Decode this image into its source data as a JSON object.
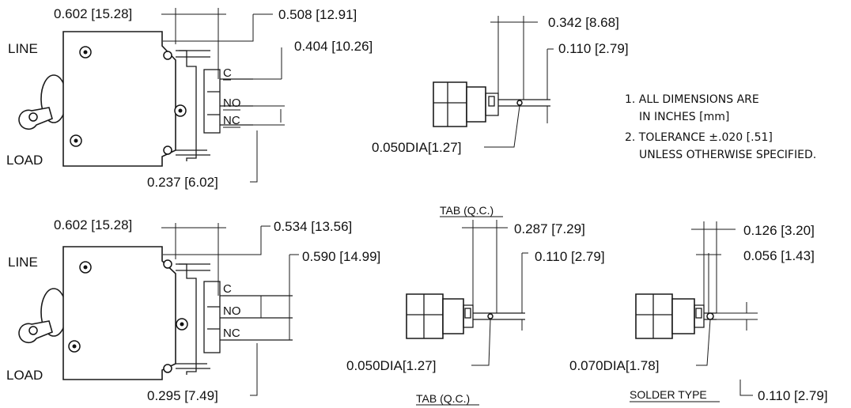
{
  "labels": {
    "line": "LINE",
    "load": "LOAD",
    "c": "C",
    "no": "NO",
    "nc": "NC"
  },
  "top_view": {
    "dim_width": "0.602 [15.28]",
    "dim_c_offset": "0.508 [12.91]",
    "dim_c_height": "0.404 [10.26]",
    "dim_nc_spacing": "0.237 [6.02]"
  },
  "bottom_view": {
    "dim_width": "0.602 [15.28]",
    "dim_c_offset": "0.534 [13.56]",
    "dim_c_height": "0.590 [14.99]",
    "dim_nc_spacing": "0.295 [7.49]"
  },
  "tab_top": {
    "dim_length": "0.342 [8.68]",
    "dim_tab": "0.110 [2.79]",
    "dim_hole": "0.050DIA[1.27]",
    "caption": "TAB (Q.C.)"
  },
  "tab_bottom": {
    "dim_length": "0.287 [7.29]",
    "dim_tab": "0.110 [2.79]",
    "dim_hole": "0.050DIA[1.27]",
    "caption": "TAB (Q.C.)"
  },
  "solder": {
    "dim_a": "0.126 [3.20]",
    "dim_b": "0.056 [1.43]",
    "dim_hole": "0.070DIA[1.78]",
    "dim_tab": "0.110 [2.79]",
    "caption": "SOLDER TYPE"
  },
  "notes": {
    "n1_line1": "1. ALL DIMENSIONS ARE",
    "n1_line2": "IN INCHES [mm]",
    "n2_line1": "2. TOLERANCE ±.020 [.51]",
    "n2_line2": "UNLESS OTHERWISE SPECIFIED."
  }
}
